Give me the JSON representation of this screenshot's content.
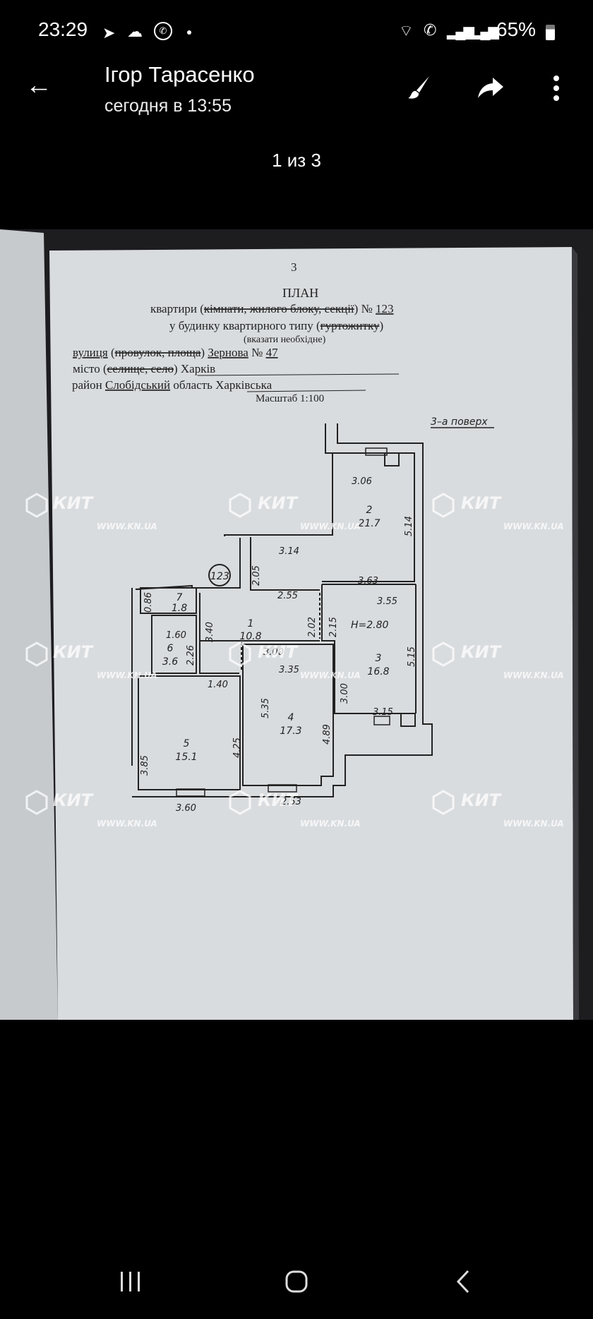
{
  "status_bar": {
    "time": "23:29",
    "battery": "65%",
    "icons": [
      "telegram-icon",
      "cloud-icon",
      "viber-icon",
      "dot-icon",
      "wifi-icon",
      "wifi-call-icon",
      "signal-icon",
      "signal-icon",
      "battery-icon"
    ]
  },
  "header": {
    "title": "Ігор Тарасенко",
    "subtitle": "сегодня в 13:55",
    "icons": [
      "back-arrow-icon",
      "brush-icon",
      "share-icon",
      "more-vertical-icon"
    ]
  },
  "counter": "1 из 3",
  "document": {
    "page_number": "3",
    "title": "ПЛАН",
    "line1": "квартири (",
    "line1_struck": "кімнати, жилого блоку, секції",
    "line1_end": ") №",
    "apartment_no": "123",
    "line2": "у будинку квартирного типу (",
    "line2_struck": "гуртожитку",
    "line2_end": ")",
    "line3": "(вказати необхідне)",
    "street_label": "вулиця",
    "street_struck": "провулок, площа",
    "street_value": "Зернова",
    "house_label": "№",
    "house_no": "47",
    "city_label": "місто (",
    "city_struck": "селище, село",
    "city_value": "Харків",
    "district_label": "район",
    "district_value": "Слобідський",
    "region_label": "область",
    "region_value": "Харківська",
    "scale": "Масштаб 1:100",
    "floor": "3–а поверх",
    "plan_marker": "123",
    "height": "H=2.80",
    "rooms": [
      {
        "no": "1",
        "area": "10.8"
      },
      {
        "no": "2",
        "area": "21.7"
      },
      {
        "no": "3",
        "area": "16.8"
      },
      {
        "no": "4",
        "area": "17.3"
      },
      {
        "no": "5",
        "area": "15.1"
      },
      {
        "no": "6",
        "area": "3.6"
      },
      {
        "no": "7",
        "area": "1.8"
      }
    ],
    "dimensions": [
      "3.06",
      "5.14",
      "3.14",
      "2.05",
      "3.63",
      "2.55",
      "3.55",
      "2.02",
      "2.15",
      "0.86",
      "3.40",
      "1.60",
      "2.26",
      "3.00",
      "3.35",
      "5.15",
      "1.40",
      "3.00",
      "3.15",
      "5.35",
      "4.89",
      "4.25",
      "3.85",
      "3.60",
      "2.53"
    ]
  },
  "watermark": {
    "brand": "КИТ",
    "url": "WWW.KN.UA"
  }
}
